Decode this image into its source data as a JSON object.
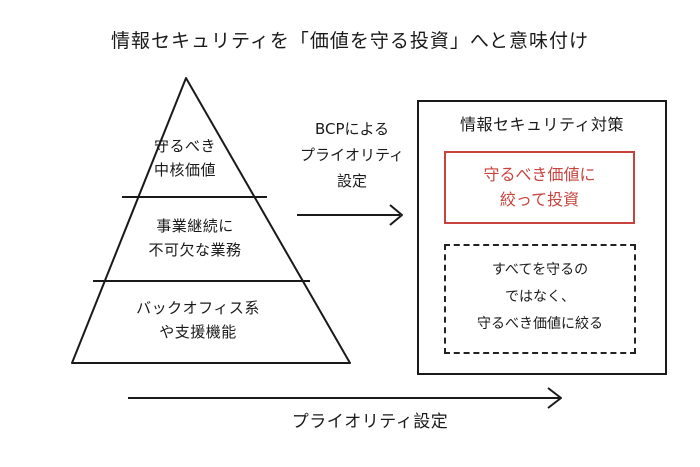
{
  "title": "情報セキュリティを「価値を守る投資」へと意味付け",
  "pyramid": {
    "top": [
      "守るべき",
      "中核価値"
    ],
    "middle": [
      "事業継続に",
      "不可欠な業務"
    ],
    "bottom": [
      "バックオフィス系",
      "や支援機能"
    ]
  },
  "middle_arrow_label": [
    "BCPによる",
    "プライオリティ",
    "設定"
  ],
  "measures_box": {
    "title": "情報セキュリティ対策",
    "highlight": [
      "守るべき価値に",
      "絞って投資"
    ],
    "note": [
      "すべてを守るの",
      "ではなく、",
      "守るべき価値に絞る"
    ]
  },
  "bottom_arrow_label": "プライオリティ設定",
  "colors": {
    "accent": "#c8433d",
    "ink": "#1a1a1a"
  }
}
